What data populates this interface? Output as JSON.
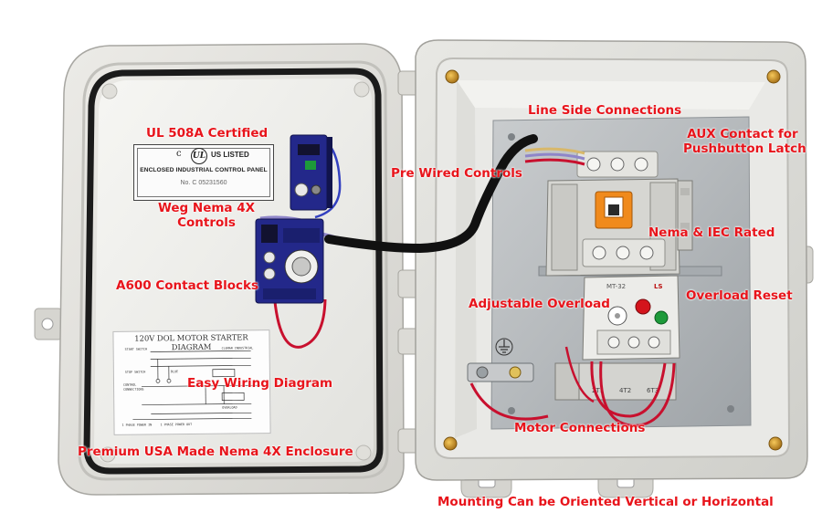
{
  "labels": {
    "ul_certified": "UL 508A Certified",
    "pre_wired": "Pre Wired Controls",
    "line_side": "Line Side Connections",
    "aux_contact_line1": "AUX Contact for",
    "aux_contact_line2": "Pushbutton Latch",
    "weg_line1": "Weg Nema 4X",
    "weg_line2": "Controls",
    "nema_iec": "Nema & IEC Rated",
    "a600": "A600 Contact Blocks",
    "adjustable_overload": "Adjustable Overload",
    "overload_reset": "Overload Reset",
    "easy_wiring": "Easy Wiring Diagram",
    "motor_connections": "Motor Connections",
    "premium_enclosure": "Premium USA Made Nema 4X Enclosure",
    "mounting": "Mounting Can be Oriented Vertical or Horizontal"
  },
  "ul_plate": {
    "c_mark": "c",
    "ul_logo": "UL",
    "us_listed": "US LISTED",
    "panel_text": "ENCLOSED INDUSTRIAL CONTROL PANEL",
    "number": "No. C 05231560"
  },
  "wiring_diagram": {
    "title": "120V DOL MOTOR STARTER DIAGRAM",
    "start_switch": "START SWITCH",
    "stop_switch": "STOP SWITCH",
    "blue": "BLUE",
    "control_conn": "CONTROL",
    "connections": "CONNECTIONS",
    "overload": "OVERLOAD",
    "phase_in": "1 PHASE POWER IN",
    "phase_out": "1 PHASE POWER OUT",
    "company": "CLEMAR INDUSTRIAL"
  },
  "contactor": {
    "model": "MT-32",
    "brand": "LS",
    "terminal_1": "2T1",
    "terminal_2": "4T2",
    "terminal_3": "6T3"
  },
  "colors": {
    "label_red": "#e8141b",
    "enclosure_gray": "#dcdcd8",
    "gasket_black": "#1b1b1b",
    "contact_block_blue": "#23288a",
    "contactor_gray": "#d8d8d4",
    "selector_orange": "#f08a1c",
    "reset_green": "#1d9a3a",
    "dial_red": "#d4141c",
    "wire_red": "#c8102e",
    "wire_purple": "#8f86c9",
    "cable_black": "#111111",
    "brass_screw": "#d89a2a"
  },
  "icons": [
    "ground-symbol-icon",
    "screw-icon"
  ]
}
